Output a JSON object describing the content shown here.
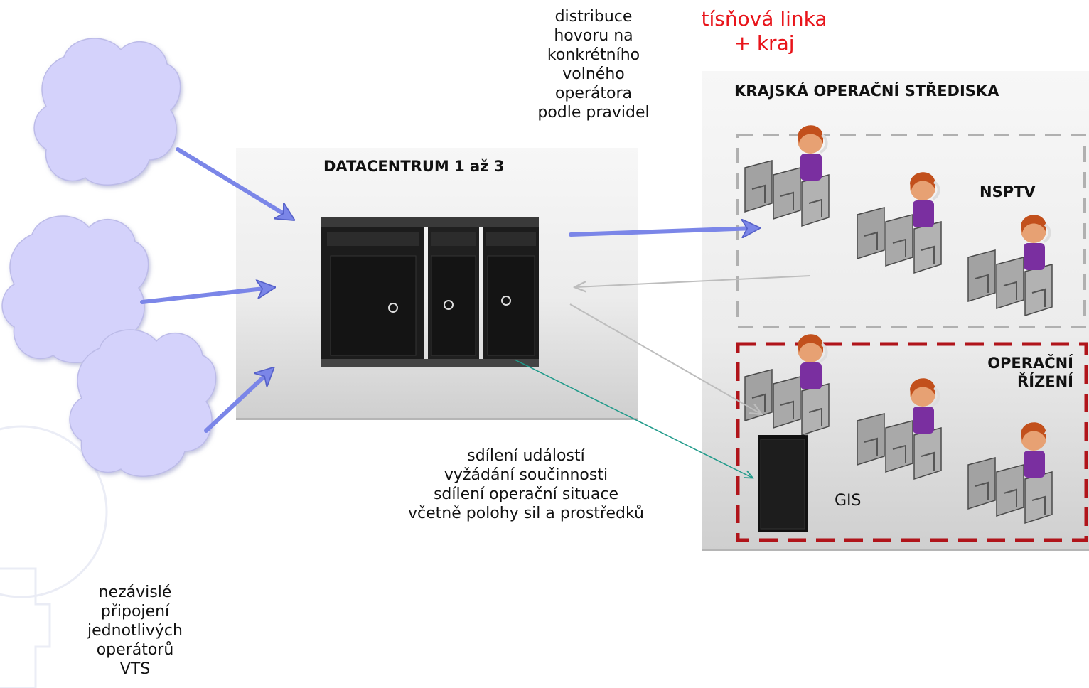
{
  "labels": {
    "distribution": [
      "distribuce",
      "hovoru na",
      "konkrétního",
      "volného",
      "operátora",
      "podle pravidel"
    ],
    "emergency": [
      "tísňová linka",
      "+ kraj"
    ],
    "datacenter_title": "DATACENTRUM 1 až 3",
    "regional_title": "KRAJSKÁ OPERAČNÍ STŘEDISKA",
    "nsptv": "NSPTV",
    "operational": [
      "OPERAČNÍ",
      "ŘÍZENÍ"
    ],
    "gis": "GIS",
    "sharing": [
      "sdílení událostí",
      "vyžádání součinnosti",
      "sdílení operační situace",
      "včetně polohy sil a prostředků"
    ],
    "operators": [
      "nezávislé",
      "připojení",
      "jednotlivých",
      "operátorů",
      "VTS"
    ]
  },
  "colors": {
    "arrow_blue": "#7b86e8",
    "red_text": "#e8141a",
    "dashed_gray": "#b0b0b0",
    "dashed_red": "#b0141a",
    "teal_line": "#1f9a8a",
    "cloud_fill": "#d4d2fb"
  }
}
